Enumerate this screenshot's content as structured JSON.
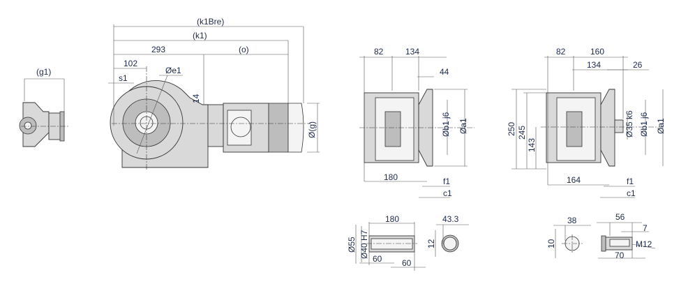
{
  "side_view": {
    "g1": "(g1)"
  },
  "front_view": {
    "k1bre": "(k1Bre)",
    "k1": "(k1)",
    "d293": "293",
    "o": "(o)",
    "d102": "102",
    "s1": "s1",
    "e1": "Øe1",
    "d14": "14",
    "g": "Ø(g)"
  },
  "flange_view_a": {
    "d82": "82",
    "d134": "134",
    "d44": "44",
    "b1": "Øb1 j6",
    "a1": "Øa1",
    "d180": "180",
    "f1": "f1",
    "c1": "c1"
  },
  "flange_view_b": {
    "d82": "82",
    "d160": "160",
    "d134": "134",
    "d26": "26",
    "d250": "250",
    "d245": "245",
    "d143": "143",
    "d35": "Ø35 k6",
    "b1": "Øb1 j6",
    "a1": "Øa1",
    "d164": "164",
    "f1": "f1",
    "c1": "c1"
  },
  "hollow_shaft": {
    "d180": "180",
    "d55": "Ø55",
    "d40": "Ø40 H7",
    "d60a": "60",
    "d60b": "60",
    "d43": "43.3",
    "d12": "12"
  },
  "solid_shaft": {
    "d38": "38",
    "d10": "10",
    "d56": "56",
    "d7": "7",
    "m12": "M12",
    "d70": "70"
  }
}
